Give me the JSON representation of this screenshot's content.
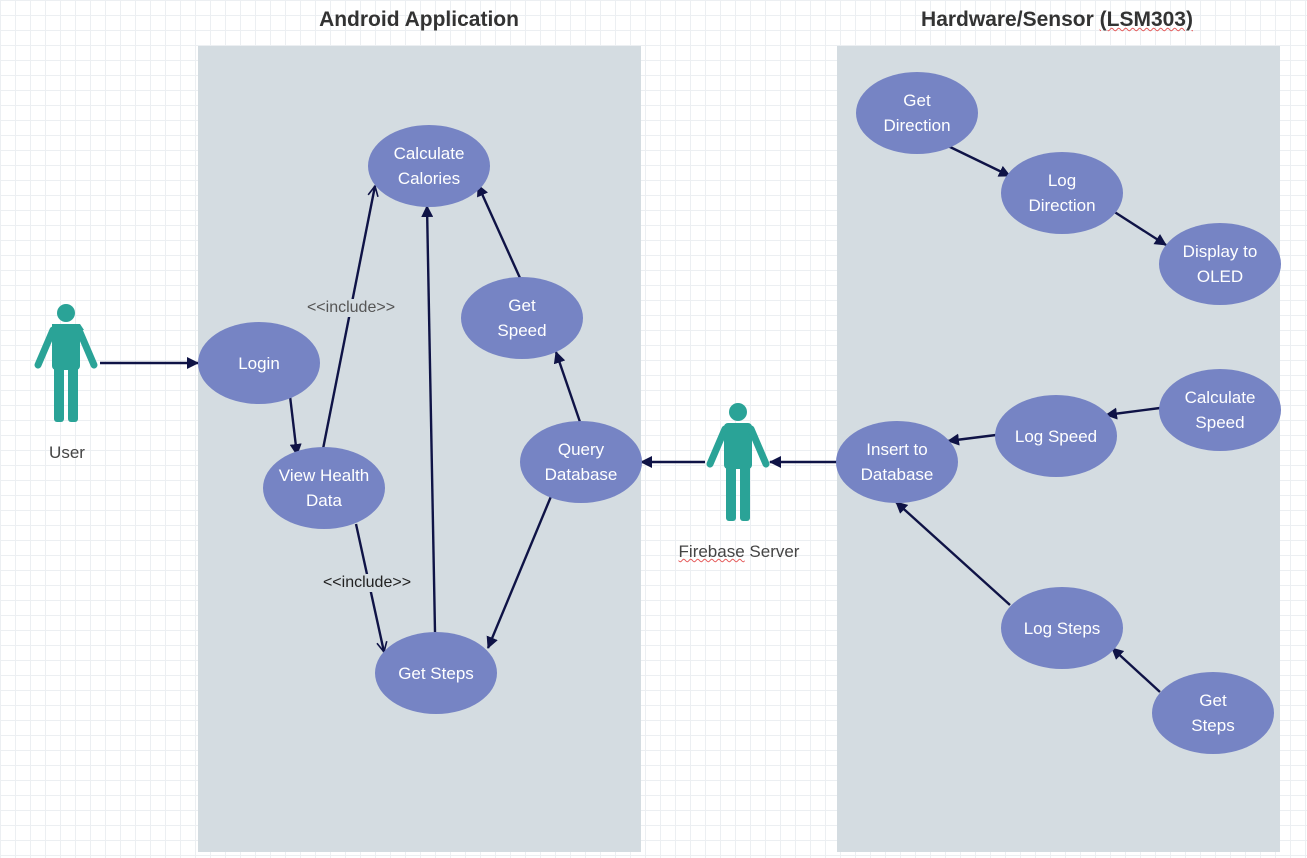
{
  "titles": {
    "android": "Android Application",
    "hardware": "Hardware/Sensor",
    "hardware_model": "(LSM303)"
  },
  "actors": {
    "user": "User",
    "firebase_word": "Firebase",
    "firebase_rest": " Server"
  },
  "labels": {
    "include_upper": "<<include>>",
    "include_lower": "<<include>>"
  },
  "android_usecases": {
    "calculate_calories": "Calculate\nCalories",
    "login": "Login",
    "view_health_data": "View Health\nData",
    "get_steps": "Get Steps",
    "get_speed": "Get\nSpeed",
    "query_database": "Query\nDatabase"
  },
  "hardware_usecases": {
    "get_direction": "Get\nDirection",
    "log_direction": "Log\nDirection",
    "display_to_oled": "Display to\nOLED",
    "calculate_speed": "Calculate\nSpeed",
    "log_speed": "Log Speed",
    "insert_to_database": "Insert to\nDatabase",
    "log_steps": "Log Steps",
    "get_steps": "Get\nSteps"
  },
  "colors": {
    "panel": "#d4dce1",
    "usecase_fill": "#7684c4",
    "usecase_text": "#ffffff",
    "actor": "#2aa397",
    "arrow": "#0f1346"
  }
}
